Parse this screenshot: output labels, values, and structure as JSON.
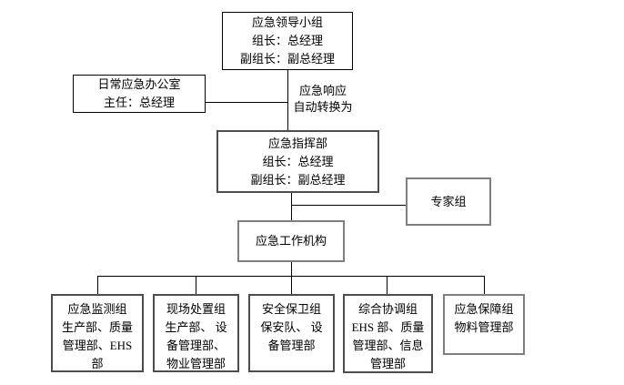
{
  "diagram": {
    "title_hint": "emergency-response-org-chart",
    "colors": {
      "background": "#ffffff",
      "text": "#000000",
      "connector": "#000000",
      "border_thin": "#000000",
      "border_dark": "#4d4d4d",
      "border_gray": "#7f7f7f"
    },
    "nodes": {
      "leadership": {
        "lines": [
          "应急领导小组",
          "组长：总经理",
          "副组长：副总经理"
        ]
      },
      "daily_office": {
        "lines": [
          "日常应急办公室",
          "主任：总经理"
        ]
      },
      "transition_label": {
        "lines": [
          "应急响应",
          "自动转换为"
        ]
      },
      "command": {
        "lines": [
          "应急指挥部",
          "组长：总经理",
          "副组长：副总经理"
        ]
      },
      "experts": {
        "lines": [
          "专家组"
        ]
      },
      "work_org": {
        "lines": [
          "应急工作机构"
        ]
      },
      "teams": [
        {
          "id": "monitoring",
          "lines": [
            "应急监测组",
            "生产部、质量",
            "管理部、EHS",
            "部"
          ]
        },
        {
          "id": "onsite",
          "lines": [
            "现场处置组",
            "生产部、 设",
            "备管理部、",
            "物业管理部"
          ]
        },
        {
          "id": "security",
          "lines": [
            "安全保卫组",
            "保安队、 设",
            "备管理部"
          ]
        },
        {
          "id": "coordination",
          "lines": [
            "综合协调组",
            "EHS 部、质量",
            "管理部、信息",
            "管理部"
          ]
        },
        {
          "id": "support",
          "lines": [
            "应急保障组",
            "物料管理部"
          ]
        }
      ]
    },
    "edges": [
      "leadership->command",
      "daily_office->trunk",
      "command->work_org",
      "trunk->experts",
      "work_org->monitoring",
      "work_org->onsite",
      "work_org->security",
      "work_org->coordination",
      "work_org->support"
    ]
  }
}
